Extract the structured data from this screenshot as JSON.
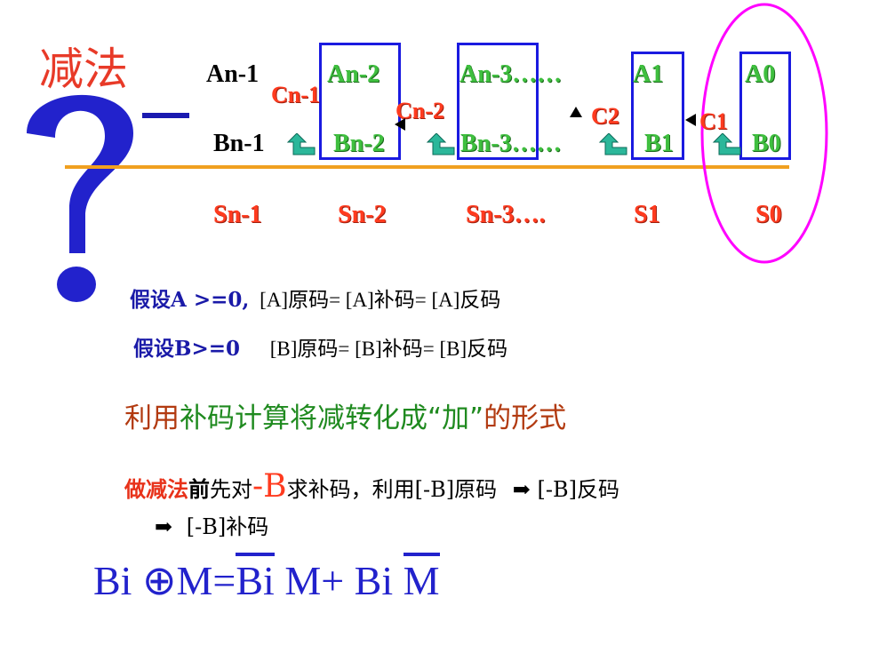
{
  "title": "减法",
  "row_a": {
    "an1": "An-1",
    "an2": "An-2",
    "an3": "An-3……",
    "a1": "A1",
    "a0": "A0"
  },
  "row_b": {
    "bn1": "Bn-1",
    "bn2": "Bn-2",
    "bn3": "Bn-3……",
    "b1": "B1",
    "b0": "B0"
  },
  "carries": {
    "cn1": "Cn-1",
    "cn2": "Cn-2",
    "c2": "C2",
    "c1": "C1"
  },
  "sums": {
    "sn1": "Sn-1",
    "sn2": "Sn-2",
    "sn3": "Sn-3….",
    "s1": "S1",
    "s0": "S0"
  },
  "assume_a": {
    "prefix": "假设A >=0,",
    "text": "[A]原码= [A]补码= [A]反码"
  },
  "assume_b": {
    "prefix": "假设B>=0",
    "text": "[B]原码= [B]补码= [B]反码"
  },
  "principle": {
    "p1": "利用",
    "p2": "补码计算将减转化成“加”",
    "p3": "的形式"
  },
  "procedure": {
    "p1": "做减法",
    "p2": "前",
    "p3": "先对",
    "p4": "-B",
    "p5": "求补码，利用[-B]原码",
    "p6": "[-B]反码",
    "p7": "[-B]补码"
  },
  "formula": {
    "left": "Bi ⊕M=",
    "bar1": "Bi",
    "mid": " M+ Bi ",
    "bar2": "M"
  },
  "colors": {
    "red": "#e8321a",
    "green": "#2e9b2e",
    "blue": "#1a1aa8",
    "box": "#1a1ae0",
    "orange_line": "#f0a020",
    "magenta": "#ff00ff"
  }
}
